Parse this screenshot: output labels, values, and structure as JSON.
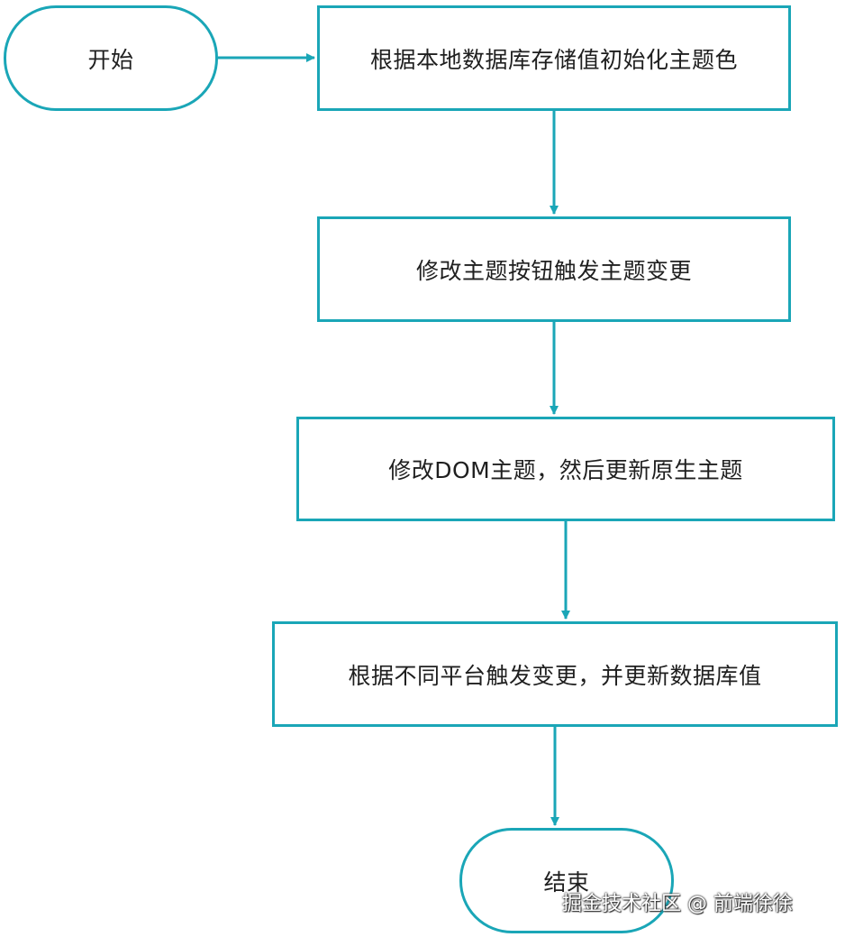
{
  "nodes": {
    "start": "开始",
    "step1": "根据本地数据库存储值初始化主题色",
    "step2": "修改主题按钮触发主题变更",
    "step3": "修改DOM主题，然后更新原生主题",
    "step4": "根据不同平台触发变更，并更新数据库值",
    "end": "结束"
  },
  "edges": [
    {
      "from": "start",
      "to": "step1"
    },
    {
      "from": "step1",
      "to": "step2"
    },
    {
      "from": "step2",
      "to": "step3"
    },
    {
      "from": "step3",
      "to": "step4"
    },
    {
      "from": "step4",
      "to": "end"
    }
  ],
  "colors": {
    "stroke": "#1aa6b7",
    "text": "#1f1f1f"
  },
  "watermark": "掘金技术社区 @ 前端徐徐"
}
